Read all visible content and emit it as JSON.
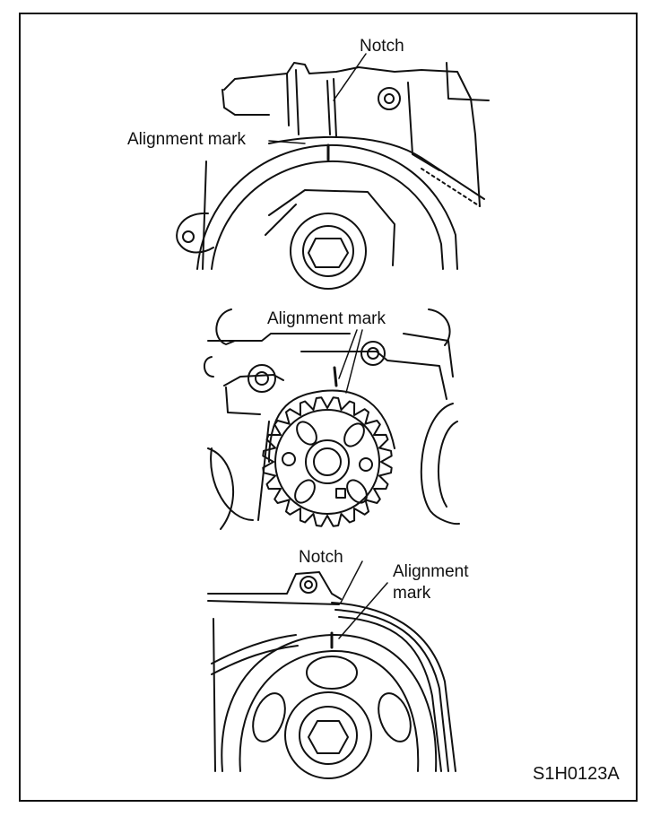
{
  "labels": {
    "top_notch": "Notch",
    "top_alignment": "Alignment mark",
    "middle_alignment": "Alignment mark",
    "bottom_notch": "Notch",
    "bottom_alignment_1": "Alignment",
    "bottom_alignment_2": "mark"
  },
  "figure_code": "S1H0123A"
}
